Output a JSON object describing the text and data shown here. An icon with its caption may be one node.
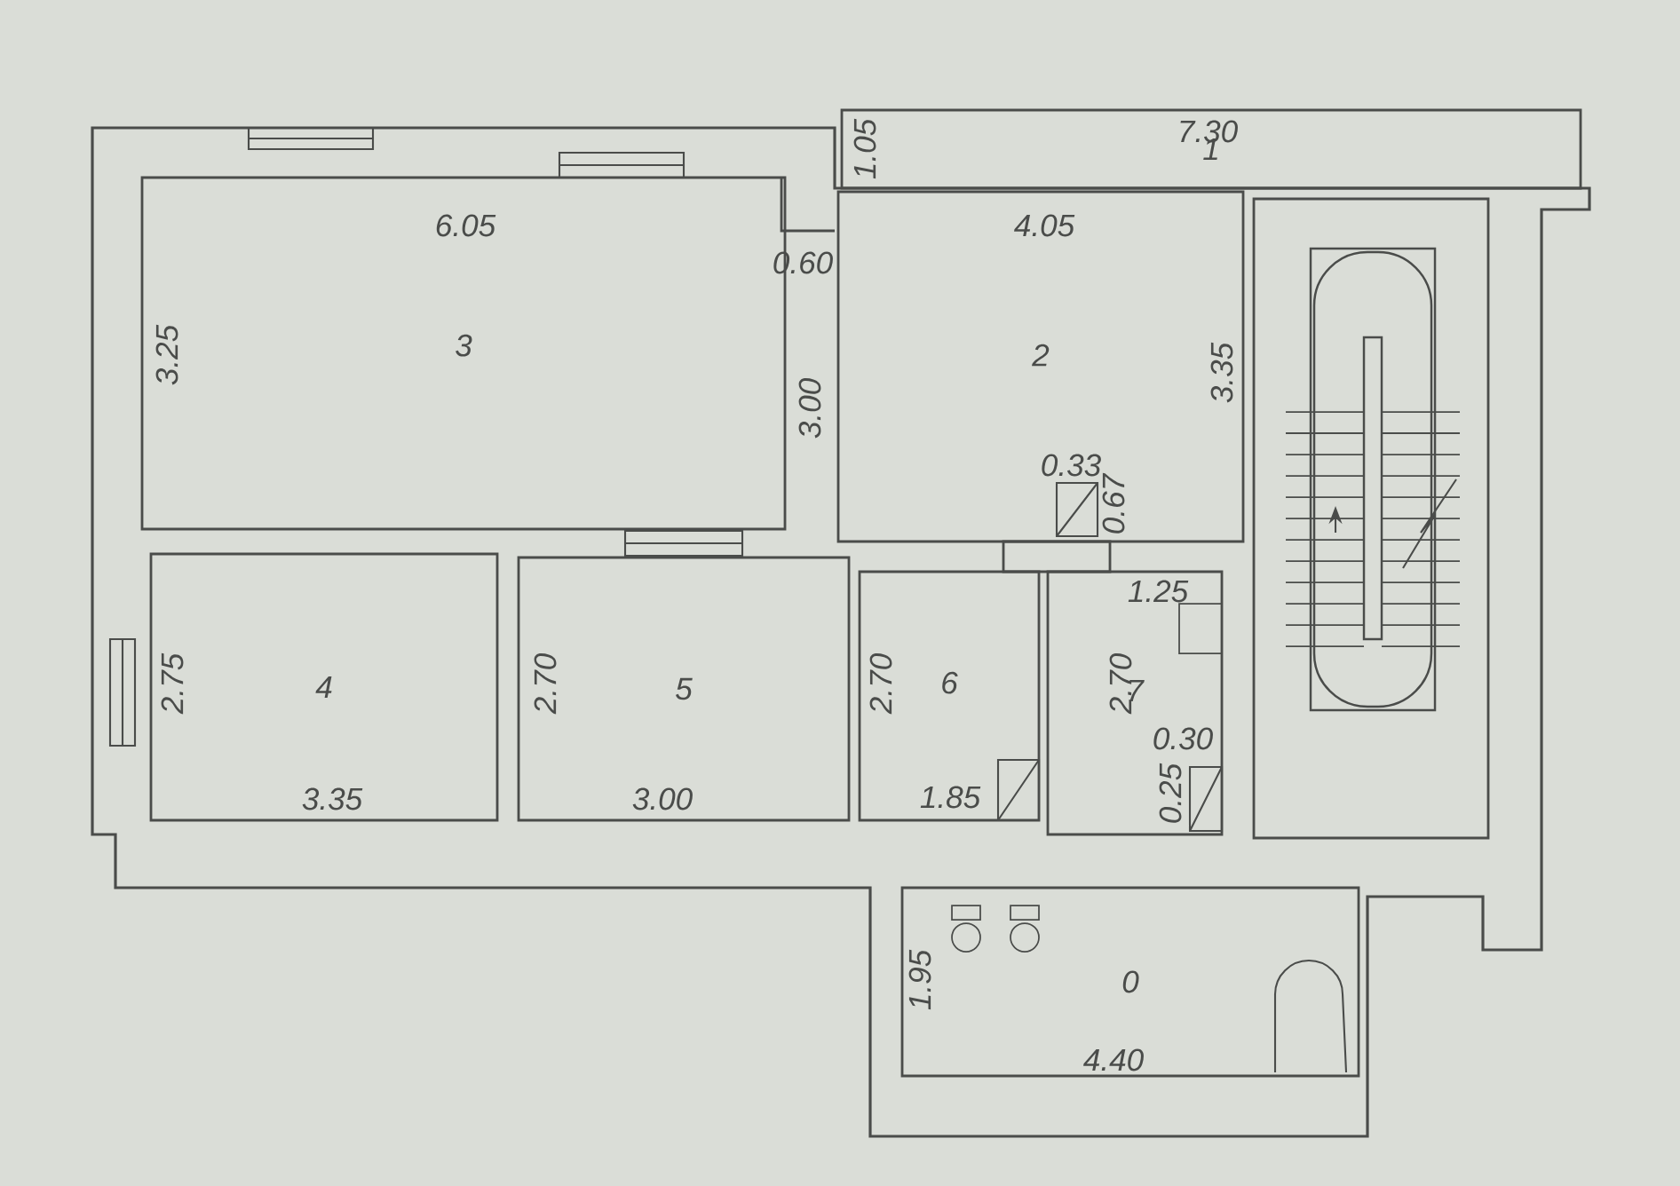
{
  "diagram": {
    "nodes": [
      {
        "text": [
          "1"
        ]
      },
      {
        "text": [
          "2"
        ]
      },
      {
        "text": [
          "3"
        ]
      },
      {
        "text": [
          "4"
        ]
      },
      {
        "text": [
          "5"
        ]
      },
      {
        "text": [
          "6"
        ]
      },
      {
        "text": [
          "7"
        ]
      },
      {
        "text": [
          "0"
        ]
      }
    ],
    "labels": [
      "7.30",
      "1.05",
      "6.05",
      "4.05",
      "0.60",
      "3.25",
      "3.00",
      "3.35",
      "0.33",
      "0.67",
      "1.25",
      "2.75",
      "2.70",
      "2.70",
      "2.70",
      "0.30",
      "0.25",
      "3.35",
      "3.00",
      "1.85",
      "1.95",
      "4.40"
    ]
  }
}
